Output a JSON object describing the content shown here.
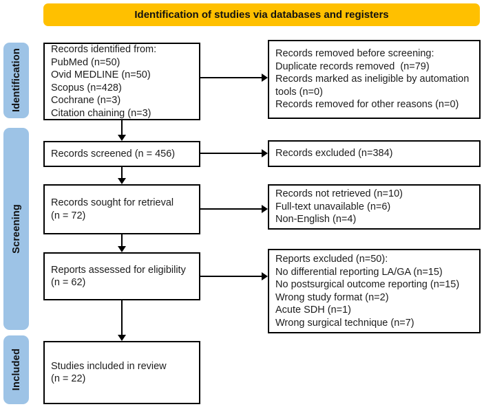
{
  "colors": {
    "header_bg": "#FFC000",
    "stage_bg": "#9DC3E6",
    "box_border": "#000000",
    "text": "#1c1c1c"
  },
  "header": {
    "title": "Identification of studies via databases and registers"
  },
  "stages": [
    {
      "label": "Identification"
    },
    {
      "label": "Screening"
    },
    {
      "label": "Included"
    }
  ],
  "flow": {
    "identified": {
      "lines": [
        "Records identified from:",
        "PubMed (n=50)",
        "Ovid MEDLINE (n=50)",
        "Scopus (n=428)",
        "Cochrane (n=3)",
        "Citation chaining (n=3)"
      ]
    },
    "removed": {
      "lines": [
        "Records removed before screening:",
        "Duplicate records removed  (n=79)",
        "Records marked as ineligible by automation tools (n=0)",
        "Records removed for other reasons (n=0)"
      ]
    },
    "screened": {
      "lines": [
        "Records screened (n = 456)"
      ]
    },
    "excluded": {
      "lines": [
        "Records excluded (n=384)"
      ]
    },
    "sought": {
      "lines": [
        "Records sought for retrieval",
        "(n = 72)"
      ]
    },
    "not_retrieved": {
      "lines": [
        "Records not retrieved (n=10)",
        "Full-text unavailable (n=6)",
        "Non-English (n=4)"
      ]
    },
    "assessed": {
      "lines": [
        "Reports assessed for eligibility",
        "(n = 62)"
      ]
    },
    "reports_excluded": {
      "lines": [
        "Reports excluded (n=50):",
        "No differential reporting LA/GA (n=15)",
        "No postsurgical outcome reporting (n=15)",
        "Wrong study format (n=2)",
        "Acute SDH (n=1)",
        "Wrong surgical technique (n=7)"
      ]
    },
    "included": {
      "lines": [
        "Studies included in review",
        "(n = 22)"
      ]
    }
  }
}
